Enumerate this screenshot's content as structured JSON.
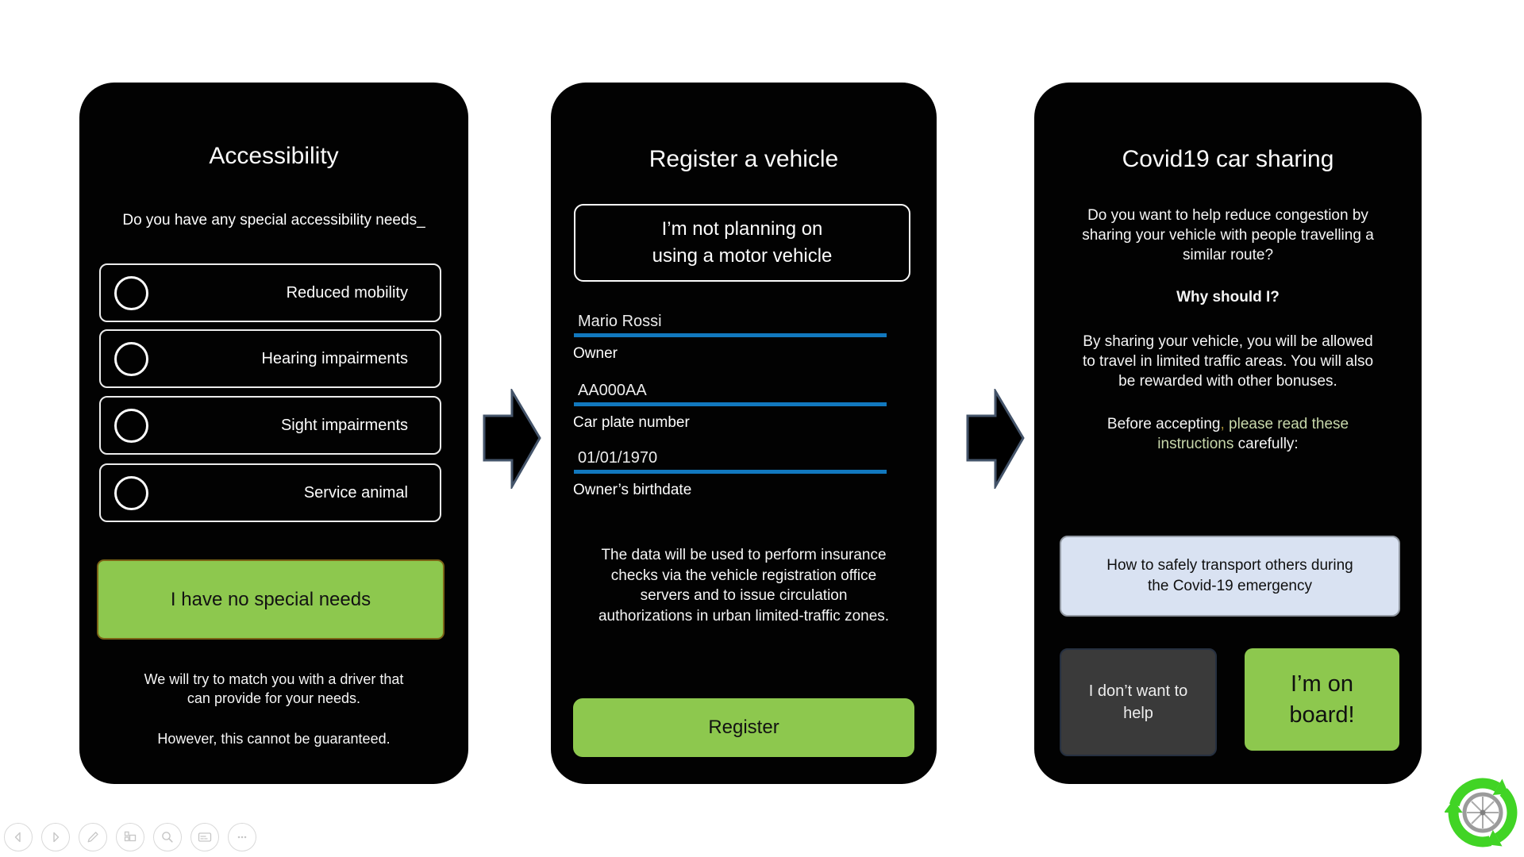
{
  "slide": {
    "screen1": {
      "title": "Accessibility",
      "subtitle": "Do you have any special accessibility needs_",
      "options": [
        {
          "label": "Reduced mobility"
        },
        {
          "label": "Hearing impairments"
        },
        {
          "label": "Sight impairments"
        },
        {
          "label": "Service animal"
        }
      ],
      "no_needs_button": "I have no special needs",
      "footer1_lines": [
        "We will try to match you with a driver that",
        "can provide for your needs."
      ],
      "footer2": "However, this cannot be guaranteed."
    },
    "screen2": {
      "title": "Register a vehicle",
      "skip_button_lines": [
        "I’m not planning on",
        "using a motor vehicle"
      ],
      "fields": [
        {
          "value": "Mario Rossi",
          "label": "Owner"
        },
        {
          "value": "AA000AA",
          "label": "Car plate number"
        },
        {
          "value": "01/01/1970",
          "label": "Owner’s birthdate"
        }
      ],
      "disclaimer_lines": [
        "The data will be used to perform insurance",
        "checks via the vehicle registration office",
        "servers and to issue circulation",
        "authorizations in urban limited-traffic zones."
      ],
      "register_button": "Register"
    },
    "screen3": {
      "title": "Covid19 car sharing",
      "intro_lines": [
        "Do you want to help reduce congestion by",
        "sharing your vehicle with people travelling a",
        "similar route?"
      ],
      "why_heading": "Why should I?",
      "benefits_lines": [
        "By sharing your vehicle, you will be allowed",
        "to travel in limited traffic areas. You will also",
        "be rewarded with other bonuses."
      ],
      "notice": {
        "line1_white": "Before accepting",
        "line1_comma": ",",
        "line1_green": " please read these",
        "line2_green": "instructions",
        "line2_white": " carefully:"
      },
      "box_lines": [
        "How to safely transport others during",
        "the Covid-19 emergency"
      ],
      "decline_lines": [
        "I don’t want to",
        "help"
      ],
      "accept_lines": [
        "I’m on",
        "board!"
      ]
    },
    "presenter_toolbar": {
      "buttons": [
        {
          "icon": "previous-slide-icon"
        },
        {
          "icon": "next-slide-icon"
        },
        {
          "icon": "pen-icon"
        },
        {
          "icon": "see-all-slides-icon"
        },
        {
          "icon": "zoom-icon"
        },
        {
          "icon": "subtitles-icon"
        },
        {
          "icon": "more-options-icon"
        }
      ]
    },
    "logo": {
      "icon": "recycle-wheel-logo"
    },
    "colors": {
      "phone_background": "#020202",
      "accent_green": "#8dc84e",
      "green_button_border": "#7c6316",
      "field_underline_blue": "#1178be",
      "instructions_box_background": "#d9e2f2",
      "link_green": "#c8d8ab",
      "comma_olive": "#9e8a33",
      "arrow_border": "#44546a",
      "decline_button_background": "#3a3a3a",
      "logo_green": "#41d425"
    }
  }
}
